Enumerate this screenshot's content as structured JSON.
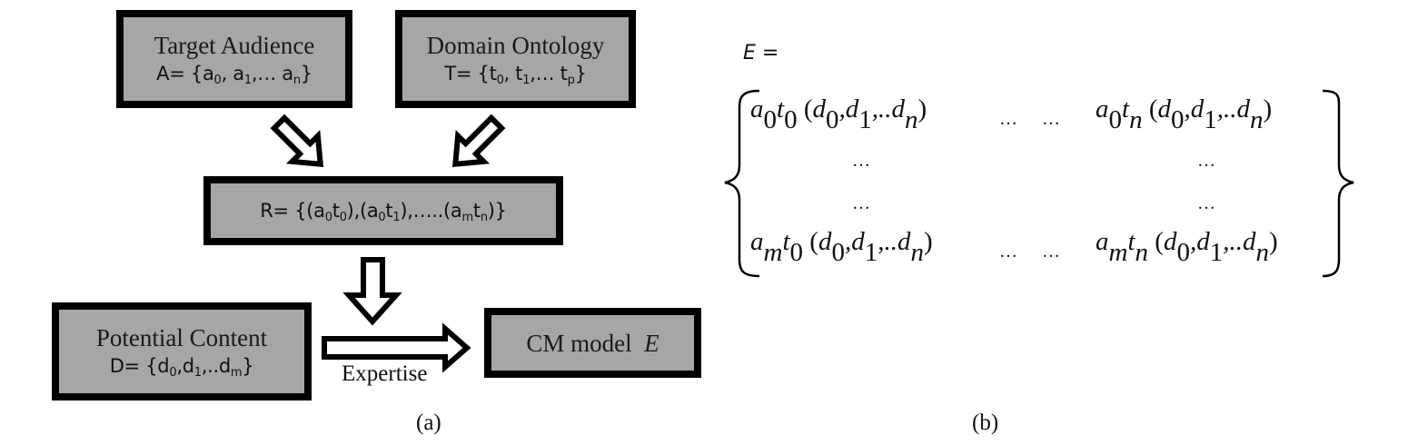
{
  "panel_a": {
    "boxes": {
      "target_audience": {
        "title": "Target Audience",
        "formula": {
          "lhs": "A= {",
          "items": [
            [
              "a",
              "0"
            ],
            [
              ", a",
              "1"
            ],
            [
              ",… a",
              "n"
            ]
          ],
          "rhs": "}"
        }
      },
      "domain_ontology": {
        "title": "Domain Ontology",
        "formula": {
          "lhs": "T= {",
          "items": [
            [
              "t",
              "0"
            ],
            [
              ", t",
              "1"
            ],
            [
              ",… t",
              "p"
            ]
          ],
          "rhs": "}"
        }
      },
      "relation": {
        "formula_text": "R= {(a0t0),(a0t1),…..(amtn)}"
      },
      "potential_content": {
        "title": "Potential Content",
        "formula_text": "D= {d0,d1,..dm}"
      },
      "cm_model": {
        "title": "CM model",
        "symbol": "E"
      }
    },
    "arrow_label": "Expertise",
    "caption": "(a)"
  },
  "panel_b": {
    "lhs": "E =",
    "matrix": {
      "rows": [
        {
          "left": {
            "a_sub": "0",
            "t_sub": "0"
          },
          "right": {
            "a_sub": "0",
            "t_sub": "n"
          }
        },
        {
          "left": {
            "a_sub": "m",
            "t_sub": "0"
          },
          "right": {
            "a_sub": "m",
            "t_sub": "n"
          }
        }
      ],
      "args": "(d0,d1,..dn)",
      "ellipsis": "…"
    },
    "caption": "(b)"
  }
}
